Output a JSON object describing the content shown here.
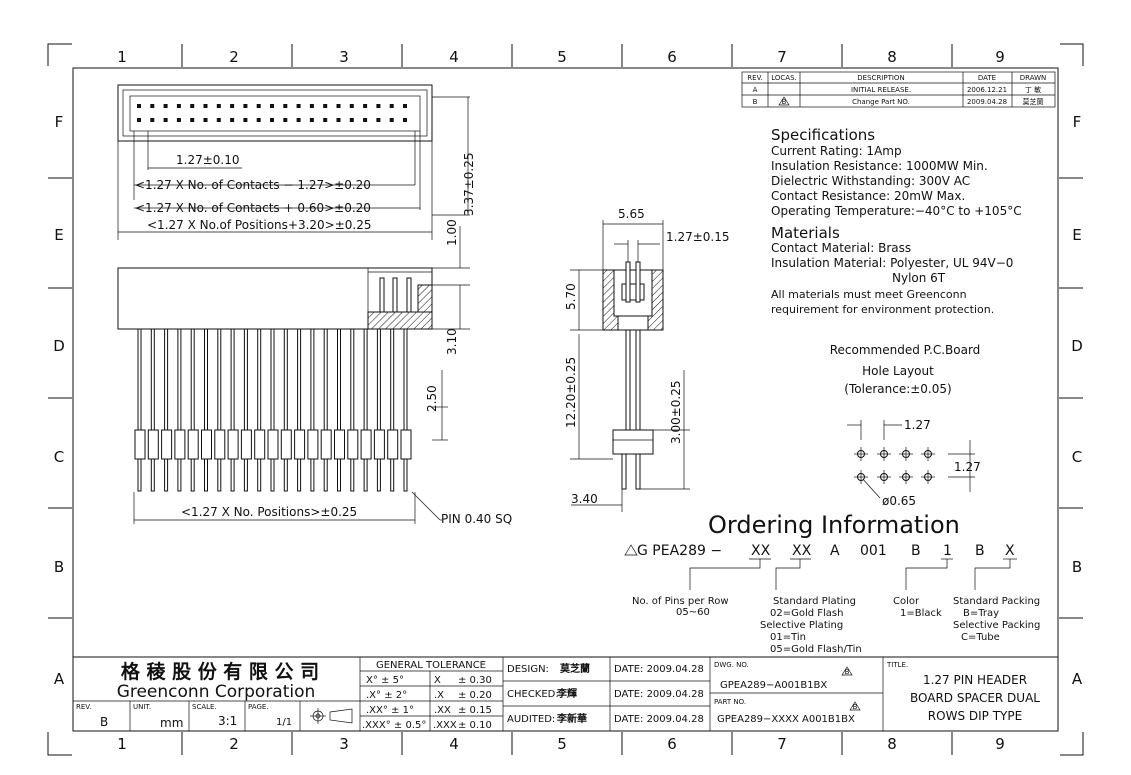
{
  "grid": {
    "cols": [
      "1",
      "2",
      "3",
      "4",
      "5",
      "6",
      "7",
      "8",
      "9"
    ],
    "rows": [
      "F",
      "E",
      "D",
      "C",
      "B",
      "A"
    ]
  },
  "revisions": {
    "headers": {
      "rev": "REV.",
      "locas": "LOCAS.",
      "desc": "DESCRIPTION",
      "date": "DATE",
      "drawn": "DRAWN"
    },
    "rows": [
      {
        "rev": "A",
        "locas": "",
        "desc": "INITIAL RELEASE.",
        "date": "2006.12.21",
        "drawn": "丁 敏"
      },
      {
        "rev": "B",
        "locas": "B",
        "desc": "Change Part NO.",
        "date": "2009.04.28",
        "drawn": "莫芝蘭"
      }
    ]
  },
  "specs": {
    "title": "Specifications",
    "lines": [
      "Current Rating:   1Amp",
      "Insulation Resistance:   1000MW Min.",
      "Dielectric Withstanding:   300V AC",
      "Contact Resistance:   20mW Max.",
      "Operating Temperature:−40°C  to  +105°C"
    ]
  },
  "materials": {
    "title": "Materials",
    "lines": [
      "Contact Material: Brass",
      "Insulation Material: Polyester, UL 94V−0",
      "Nylon 6T",
      "All materials must meet Greenconn",
      "requirement for environment protection."
    ]
  },
  "pcb": {
    "line1": "Recommended P.C.Board",
    "line2": "Hole Layout",
    "line3": "(Tolerance:±0.05)",
    "dim_pitch_h": "1.27",
    "dim_pitch_v": "1.27",
    "dim_hole": "ø0.65"
  },
  "dims": {
    "d_127_010": "1.27±0.10",
    "d_contacts_minus": "<1.27 X No. of Contacts − 1.27>±0.20",
    "d_contacts_plus": "<1.27 X No. of Contacts + 0.60>±0.20",
    "d_positions_320": "<1.27 X No.of Positions+3.20>±0.25",
    "d_337": "3.37±0.25",
    "d_100": "1.00",
    "d_310": "3.10",
    "d_250": "2.50",
    "d_positions": "<1.27 X No. Positions>±0.25",
    "pin_sq": "PIN 0.40 SQ",
    "d_565": "5.65",
    "d_127_015": "1.27±0.15",
    "d_570": "5.70",
    "d_1220": "12.20±0.25",
    "d_300": "3.00±0.25",
    "d_340": "3.40"
  },
  "ordering": {
    "title": "Ordering Information",
    "code_prefix": "G PEA289 −",
    "code_parts": [
      "XX",
      "XX",
      "A",
      "001",
      "B",
      "1",
      "B",
      "X"
    ],
    "n_pins": "No. of Pins per Row",
    "n_pins_range": "05~60",
    "plating": [
      "Standard Plating",
      "02=Gold Flash",
      "Selective Plating",
      "01=Tin",
      "05=Gold Flash/Tin"
    ],
    "color": [
      "Color",
      "1=Black"
    ],
    "packing": [
      "Standard Packing",
      "B=Tray",
      "Selective Packing",
      "C=Tube"
    ]
  },
  "title_block": {
    "company_cn": "格 稜 股 份 有 限 公 司",
    "company_en": "Greenconn Corporation",
    "rev_label": "REV.",
    "rev_value": "B",
    "unit_label": "UNIT.",
    "unit_value": "mm",
    "scale_label": "SCALE.",
    "scale_value": "3:1",
    "page_label": "PAGE.",
    "page_value": "1/1",
    "tol_title": "GENERAL TOLERANCE",
    "tol_rows": [
      {
        "ang": "X° ± 5°",
        "lin": "X",
        "val": "± 0.30"
      },
      {
        "ang": ".X° ± 2°",
        "lin": ".X",
        "val": "± 0.20"
      },
      {
        "ang": ".XX° ± 1°",
        "lin": ".XX",
        "val": "± 0.15"
      },
      {
        "ang": ".XXX° ± 0.5°",
        "lin": ".XXX",
        "val": "± 0.10"
      }
    ],
    "design_label": "DESIGN:",
    "design_value": "莫芝蘭",
    "checked_label": "CHECKED:",
    "checked_value": "李輝",
    "audited_label": "AUDITED:",
    "audited_value": "李新華",
    "date1": "DATE: 2009.04.28",
    "date2": "DATE: 2009.04.28",
    "date3": "DATE: 2009.04.28",
    "dwg_label": "DWG. NO.",
    "dwg_value": "GPEA289−A001B1BX",
    "part_label": "PART NO.",
    "part_value": "GPEA289−XXXX A001B1BX",
    "rev_mark": "B",
    "title_label": "TITLE.",
    "title_lines": [
      "1.27 PIN HEADER",
      "BOARD SPACER DUAL",
      "ROWS DIP TYPE"
    ]
  }
}
